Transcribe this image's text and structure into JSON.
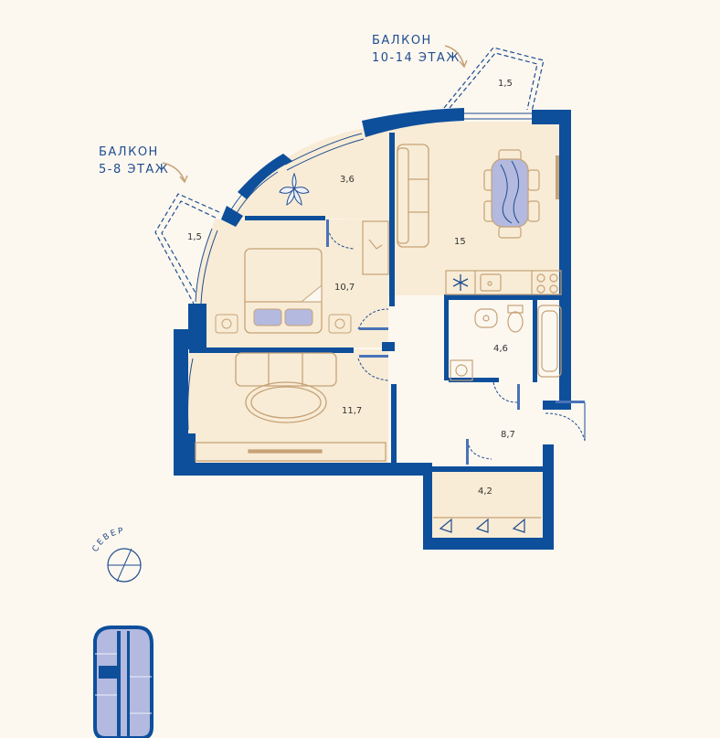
{
  "balconies": {
    "upper": {
      "title": "БАЛКОН",
      "floors": "10-14 ЭТАЖ",
      "area": "1,5"
    },
    "lower": {
      "title": "БАЛКОН",
      "floors": "5-8 ЭТАЖ",
      "area": "1,5"
    }
  },
  "rooms": {
    "hall_nook": "3,6",
    "bedroom": "10,7",
    "living": "11,7",
    "kitchen": "15",
    "bathroom": "4,6",
    "corridor": "8,7",
    "wardrobe": "4,2"
  },
  "compass": {
    "label": "СЕВЕР"
  },
  "colors": {
    "wall": "#0e4f9b",
    "room_fill": "#f8ecd6",
    "bath_fill": "#f1dcb7",
    "background": "#fcf8f0",
    "furniture": "#c6a277",
    "accent_blue": "#b3b9df"
  },
  "icons": [
    "sofa-icon",
    "dining-table-icon",
    "bed-icon",
    "bathtub-icon",
    "toilet-icon",
    "sink-icon",
    "washing-machine-icon",
    "hanger-icon",
    "snowflake-icon",
    "compass-icon",
    "building-key-plan-icon"
  ]
}
